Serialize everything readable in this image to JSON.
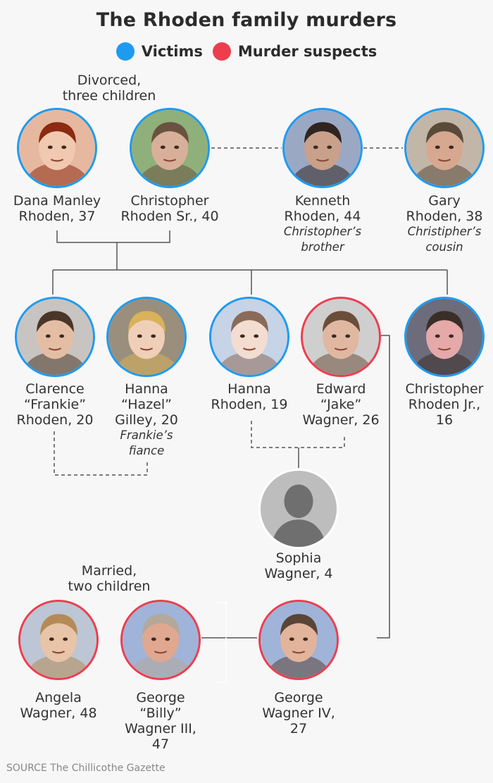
{
  "title": "The Rhoden family murders",
  "legend": {
    "victims": "Victims",
    "suspects": "Murder suspects",
    "victim_color": "#1e9bf0",
    "suspect_color": "#ee3d4f"
  },
  "relationship_notes": {
    "divorced": [
      "Divorced,",
      "three children"
    ],
    "married": [
      "Married,",
      "two children"
    ]
  },
  "people": [
    {
      "id": "dana",
      "lines": [
        "Dana Manley",
        "Rhoden, 37"
      ],
      "note": [],
      "role": "victim"
    },
    {
      "id": "chris-sr",
      "lines": [
        "Christopher",
        "Rhoden Sr., 40"
      ],
      "note": [],
      "role": "victim"
    },
    {
      "id": "kenneth",
      "lines": [
        "Kenneth",
        "Rhoden, 44"
      ],
      "note": [
        "Christopher’s",
        "brother"
      ],
      "role": "victim"
    },
    {
      "id": "gary",
      "lines": [
        "Gary",
        "Rhoden, 38"
      ],
      "note": [
        "Christipher’s",
        "cousin"
      ],
      "role": "victim"
    },
    {
      "id": "clarence",
      "lines": [
        "Clarence",
        "“Frankie”",
        "Rhoden, 20"
      ],
      "note": [],
      "role": "victim"
    },
    {
      "id": "hazel",
      "lines": [
        "Hanna",
        "“Hazel”",
        "Gilley, 20"
      ],
      "note": [
        "Frankie’s",
        "fiance"
      ],
      "role": "victim"
    },
    {
      "id": "hanna",
      "lines": [
        "Hanna",
        "Rhoden, 19"
      ],
      "note": [],
      "role": "victim"
    },
    {
      "id": "jake",
      "lines": [
        "Edward",
        "“Jake”",
        "Wagner, 26"
      ],
      "note": [],
      "role": "suspect"
    },
    {
      "id": "chris-jr",
      "lines": [
        "Christopher",
        "Rhoden Jr.,",
        "16"
      ],
      "note": [],
      "role": "victim"
    },
    {
      "id": "sophia",
      "lines": [
        "Sophia",
        "Wagner, 4"
      ],
      "note": [],
      "role": "none"
    },
    {
      "id": "angela",
      "lines": [
        "Angela",
        "Wagner, 48"
      ],
      "note": [],
      "role": "suspect"
    },
    {
      "id": "billy",
      "lines": [
        "George",
        "“Billy”",
        "Wagner III,",
        "47"
      ],
      "note": [],
      "role": "suspect"
    },
    {
      "id": "george4",
      "lines": [
        "George",
        "Wagner IV,",
        "27"
      ],
      "note": [],
      "role": "suspect"
    }
  ],
  "source": "SOURCE The Chillicothe Gazette"
}
